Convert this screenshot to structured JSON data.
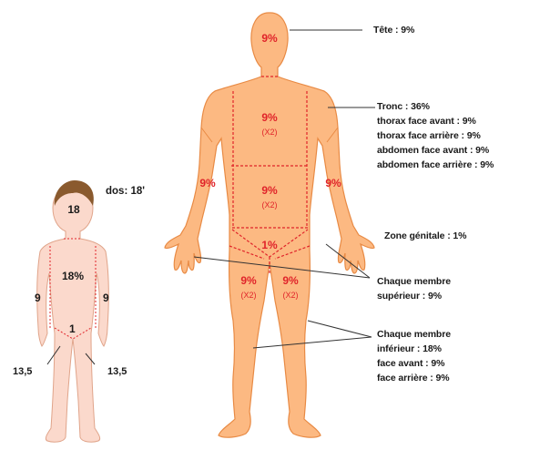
{
  "colors": {
    "adult_skin": "#fcb982",
    "child_skin": "#fbd9cc",
    "outline": "#e88a44",
    "child_outline": "#e0a48a",
    "hair": "#8a5a2e",
    "red": "#e0242a",
    "leader": "#333333"
  },
  "adult": {
    "head": "9%",
    "thorax_top": "9%",
    "thorax_top_x": "(X2)",
    "thorax_bottom": "9%",
    "thorax_bottom_x": "(X2)",
    "arm_left": "9%",
    "arm_right": "9%",
    "genital": "1%",
    "leg_left": "9%",
    "leg_left_x": "(X2)",
    "leg_right": "9%",
    "leg_right_x": "(X2)"
  },
  "child": {
    "head": "18",
    "trunk": "18%",
    "arm_left": "9",
    "arm_right": "9",
    "genital": "1",
    "leg_left": "13,5",
    "leg_right": "13,5",
    "back": "dos: 18'"
  },
  "labels": {
    "tete": "Tête : 9%",
    "tronc": "Tronc : 36%",
    "tronc_items": [
      "thorax face avant : 9%",
      "thorax face arrière : 9%",
      "abdomen face avant : 9%",
      "abdomen face arrière : 9%"
    ],
    "genitale": "Zone génitale : 1%",
    "membre_sup": [
      "Chaque membre",
      "supérieur : 9%"
    ],
    "membre_inf": [
      "Chaque membre",
      "inférieur : 18%",
      "face avant : 9%",
      "face arrière : 9%"
    ]
  }
}
